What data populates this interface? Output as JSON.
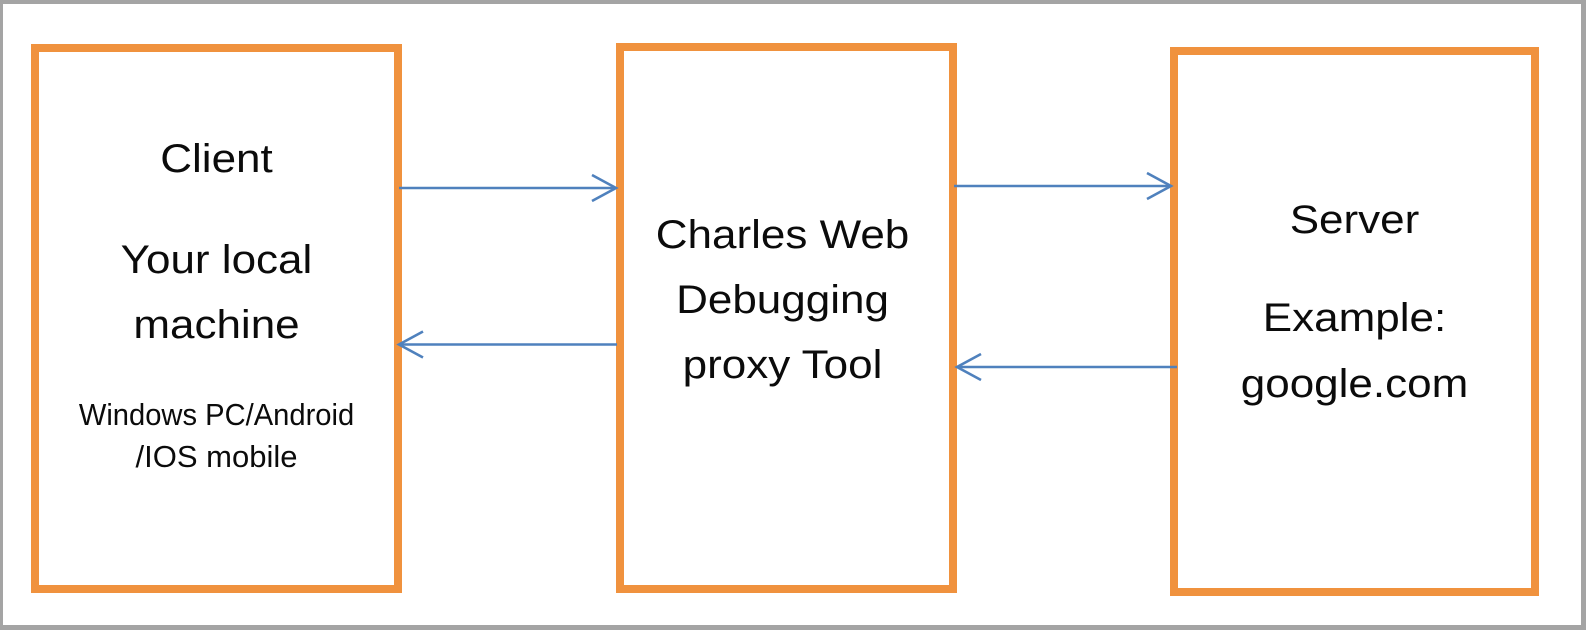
{
  "diagram": {
    "nodes": {
      "client": {
        "lines": [
          "Client",
          "Your local",
          "machine",
          "Windows PC/Android",
          "/IOS mobile"
        ]
      },
      "proxy": {
        "lines": [
          "Charles Web",
          "Debugging",
          "proxy Tool"
        ]
      },
      "server": {
        "lines": [
          "Server",
          "Example:",
          "google.com"
        ]
      }
    },
    "arrows": [
      {
        "from": "client",
        "to": "proxy",
        "direction": "right"
      },
      {
        "from": "proxy",
        "to": "client",
        "direction": "left"
      },
      {
        "from": "proxy",
        "to": "server",
        "direction": "right"
      },
      {
        "from": "server",
        "to": "proxy",
        "direction": "left"
      }
    ]
  },
  "colors": {
    "box_border": "#f0923e",
    "arrow": "#4f81bd",
    "frame": "#a4a4a4",
    "text": "#0b0b0b",
    "background": "#ffffff"
  }
}
